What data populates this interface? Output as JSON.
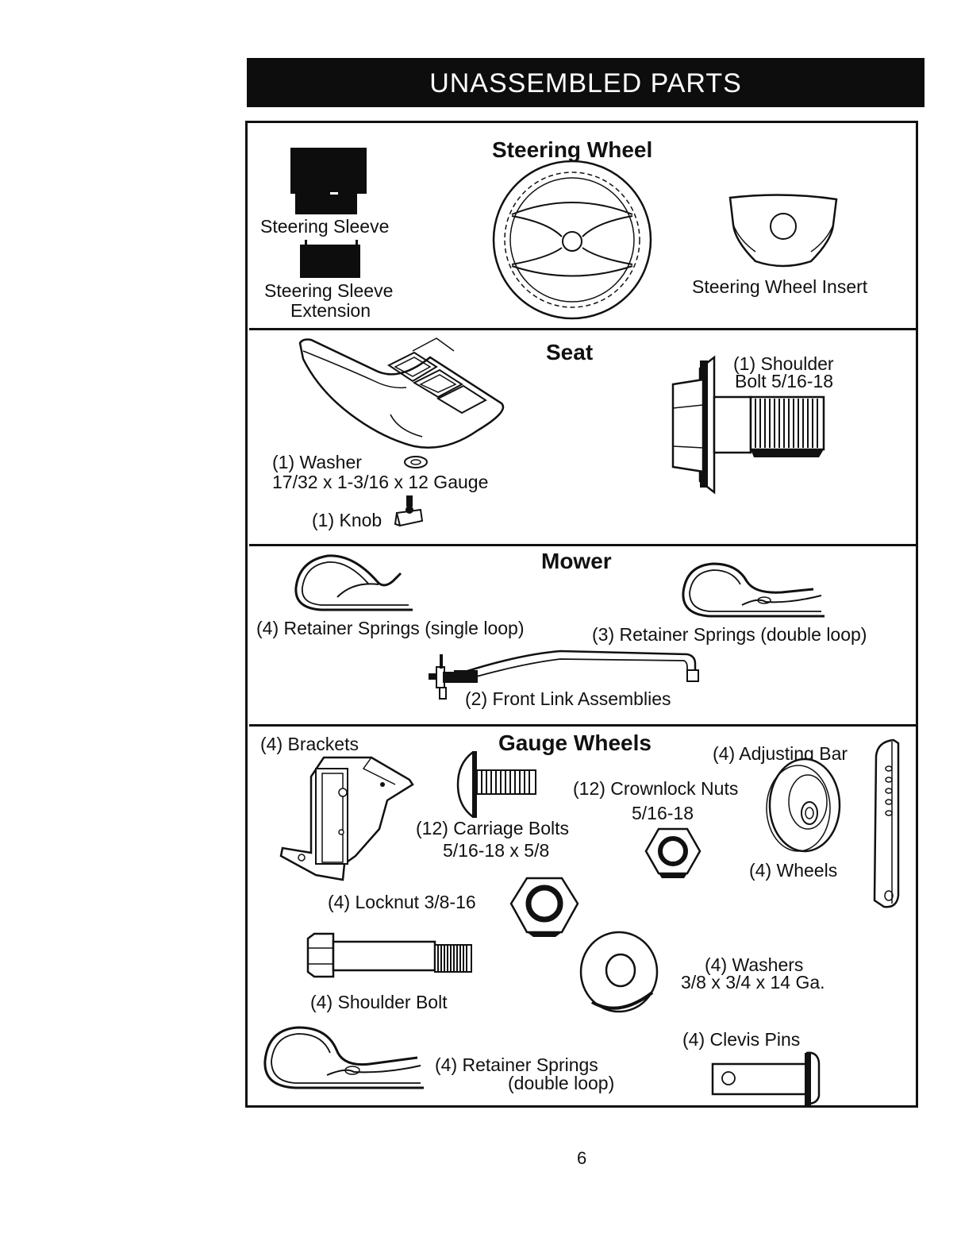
{
  "header": {
    "title": "UNASSEMBLED PARTS"
  },
  "sections": {
    "steering": {
      "title": "Steering Wheel",
      "sleeve": "Steering Sleeve",
      "extension_line1": "Steering Sleeve",
      "extension_line2": "Extension",
      "insert": "Steering Wheel Insert"
    },
    "seat": {
      "title": "Seat",
      "washer_line1": "(1) Washer",
      "washer_line2": "17/32 x 1-3/16 x 12 Gauge",
      "knob": "(1) Knob",
      "shoulder_bolt_line1": "(1) Shoulder",
      "shoulder_bolt_line2": "Bolt 5/16-18"
    },
    "mower": {
      "title": "Mower",
      "single_loop": "(4)  Retainer Springs (single loop)",
      "double_loop": "(3)  Retainer Springs (double loop)",
      "front_link": "(2) Front Link Assemblies"
    },
    "gauge_wheels": {
      "title": "Gauge Wheels",
      "brackets": "(4) Brackets",
      "adjusting_bar": "(4) Adjusting Bar",
      "crownlock_line1": "(12) Crownlock Nuts",
      "crownlock_line2": "5/16-18",
      "carriage_line1": "(12) Carriage Bolts",
      "carriage_line2": "5/16-18 x 5/8",
      "wheels": "(4) Wheels",
      "locknut": "(4) Locknut  3/8-16",
      "washers_line1": "(4) Washers",
      "washers_line2": "3/8 x 3/4 x 14 Ga.",
      "shoulder_bolt": "(4) Shoulder Bolt",
      "clevis_pins": "(4) Clevis Pins",
      "retainer_line1": "(4)  Retainer Springs",
      "retainer_line2": "(double loop)"
    }
  },
  "footer": {
    "page_number": "6"
  }
}
